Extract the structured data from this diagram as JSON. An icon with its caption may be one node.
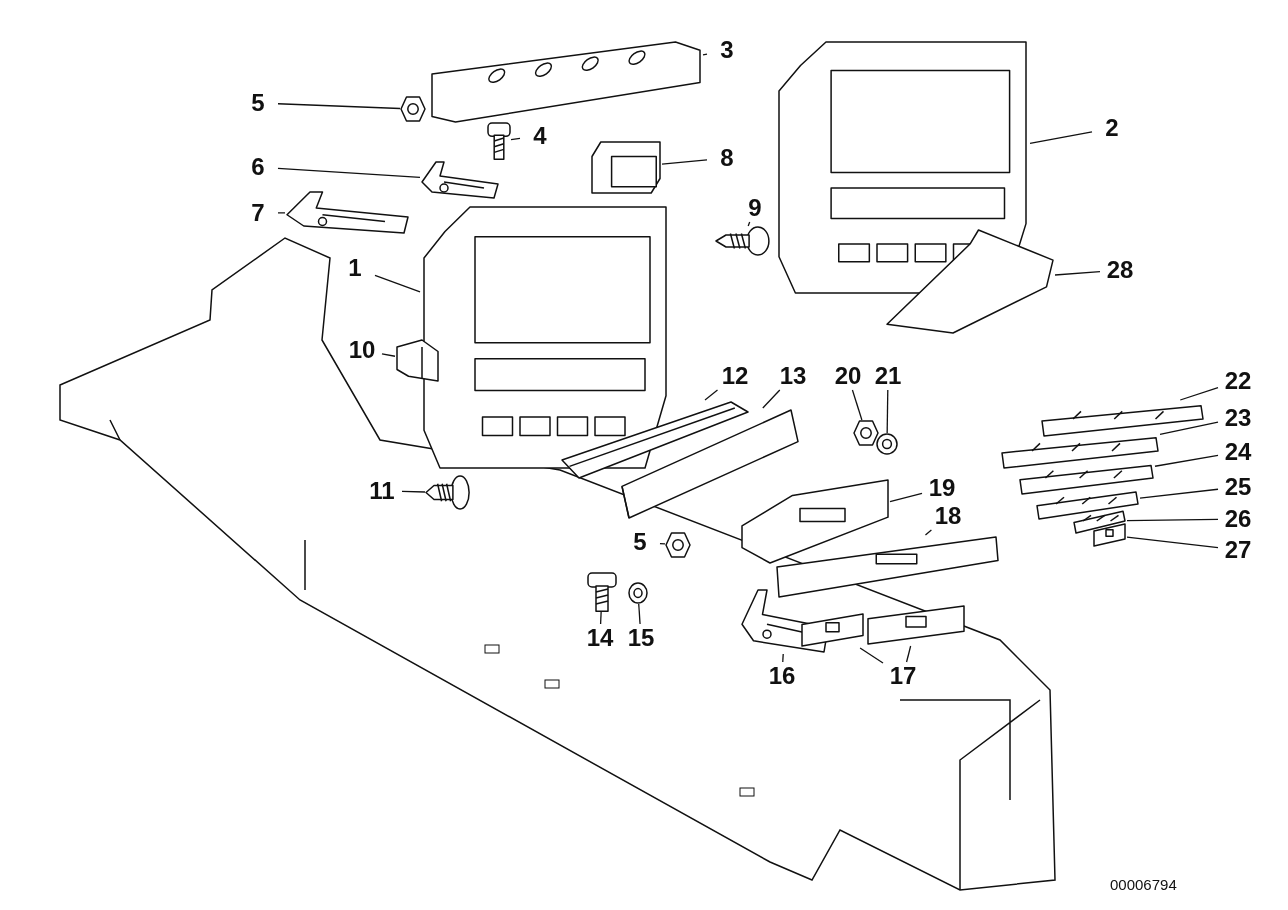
{
  "diagram": {
    "nodes": [
      {
        "text": [
          "3"
        ]
      },
      {
        "text": [],
        "shape": "picture"
      },
      {
        "text": [
          "5"
        ]
      },
      {
        "text": [],
        "shape": "picture"
      },
      {
        "text": [
          "4"
        ]
      },
      {
        "text": [],
        "shape": "picture"
      },
      {
        "text": [
          "6"
        ]
      },
      {
        "text": [],
        "shape": "picture"
      },
      {
        "text": [
          "8"
        ]
      },
      {
        "text": [],
        "shape": "picture"
      },
      {
        "text": [
          "2"
        ]
      },
      {
        "text": [],
        "shape": "picture"
      },
      {
        "text": [
          "7"
        ]
      },
      {
        "text": [],
        "shape": "picture"
      },
      {
        "text": [
          "9"
        ]
      },
      {
        "text": [],
        "shape": "picture"
      },
      {
        "text": [
          "1"
        ]
      },
      {
        "text": [],
        "shape": "picture"
      },
      {
        "text": [
          "28"
        ]
      },
      {
        "text": [],
        "shape": "picture"
      },
      {
        "text": [
          "10"
        ]
      },
      {
        "text": [],
        "shape": "picture"
      },
      {
        "text": [
          "12"
        ]
      },
      {
        "text": [],
        "shape": "picture"
      },
      {
        "text": [
          "13"
        ]
      },
      {
        "text": [],
        "shape": "picture"
      },
      {
        "text": [
          "20"
        ]
      },
      {
        "text": [],
        "shape": "picture"
      },
      {
        "text": [
          "21"
        ]
      },
      {
        "text": [],
        "shape": "picture"
      },
      {
        "text": [
          "22"
        ]
      },
      {
        "text": [],
        "shape": "picture"
      },
      {
        "text": [
          "23"
        ]
      },
      {
        "text": [],
        "shape": "picture"
      },
      {
        "text": [
          "24"
        ]
      },
      {
        "text": [],
        "shape": "picture"
      },
      {
        "text": [
          "11"
        ]
      },
      {
        "text": [],
        "shape": "picture"
      },
      {
        "text": [
          "19"
        ]
      },
      {
        "text": [],
        "shape": "picture"
      },
      {
        "text": [
          "25"
        ]
      },
      {
        "text": [],
        "shape": "picture"
      },
      {
        "text": [
          "18"
        ]
      },
      {
        "text": [],
        "shape": "picture"
      },
      {
        "text": [
          "5"
        ]
      },
      {
        "text": [],
        "shape": "picture"
      },
      {
        "text": [
          "26"
        ]
      },
      {
        "text": [],
        "shape": "picture"
      },
      {
        "text": [
          "27"
        ]
      },
      {
        "text": [],
        "shape": "picture"
      },
      {
        "text": [
          "14"
        ]
      },
      {
        "text": [],
        "shape": "picture"
      },
      {
        "text": [
          "15"
        ]
      },
      {
        "text": [],
        "shape": "picture"
      },
      {
        "text": [
          "16"
        ]
      },
      {
        "text": [],
        "shape": "picture"
      },
      {
        "text": [
          "17"
        ]
      },
      {
        "text": [],
        "shape": "picture"
      },
      {
        "text": [],
        "shape": "picture"
      }
    ],
    "edges": [
      {
        "from": 0,
        "to": 1,
        "arrow": "none"
      },
      {
        "from": 2,
        "to": 3,
        "arrow": "none"
      },
      {
        "from": 4,
        "to": 5,
        "arrow": "none"
      },
      {
        "from": 6,
        "to": 7,
        "arrow": "none"
      },
      {
        "from": 8,
        "to": 9,
        "arrow": "none"
      },
      {
        "from": 10,
        "to": 11,
        "arrow": "none"
      },
      {
        "from": 12,
        "to": 13,
        "arrow": "none"
      },
      {
        "from": 14,
        "to": 15,
        "arrow": "none"
      },
      {
        "from": 16,
        "to": 17,
        "arrow": "none"
      },
      {
        "from": 18,
        "to": 19,
        "arrow": "none"
      },
      {
        "from": 20,
        "to": 21,
        "arrow": "none"
      },
      {
        "from": 22,
        "to": 23,
        "arrow": "none"
      },
      {
        "from": 24,
        "to": 25,
        "arrow": "none"
      },
      {
        "from": 26,
        "to": 27,
        "arrow": "none"
      },
      {
        "from": 28,
        "to": 29,
        "arrow": "none"
      },
      {
        "from": 30,
        "to": 31,
        "arrow": "none"
      },
      {
        "from": 32,
        "to": 33,
        "arrow": "none"
      },
      {
        "from": 34,
        "to": 35,
        "arrow": "none"
      },
      {
        "from": 36,
        "to": 37,
        "arrow": "none"
      },
      {
        "from": 38,
        "to": 39,
        "arrow": "none"
      },
      {
        "from": 40,
        "to": 41,
        "arrow": "none"
      },
      {
        "from": 42,
        "to": 43,
        "arrow": "none"
      },
      {
        "from": 44,
        "to": 45,
        "arrow": "none"
      },
      {
        "from": 46,
        "to": 47,
        "arrow": "none"
      },
      {
        "from": 48,
        "to": 49,
        "arrow": "none"
      },
      {
        "from": 50,
        "to": 51,
        "arrow": "none"
      },
      {
        "from": 52,
        "to": 53,
        "arrow": "none"
      },
      {
        "from": 54,
        "to": 55,
        "arrow": "none"
      },
      {
        "from": 56,
        "to": 57,
        "arrow": "none"
      },
      {
        "from": 56,
        "to": 58,
        "arrow": "none"
      }
    ],
    "labels": [
      "00006794"
    ]
  }
}
